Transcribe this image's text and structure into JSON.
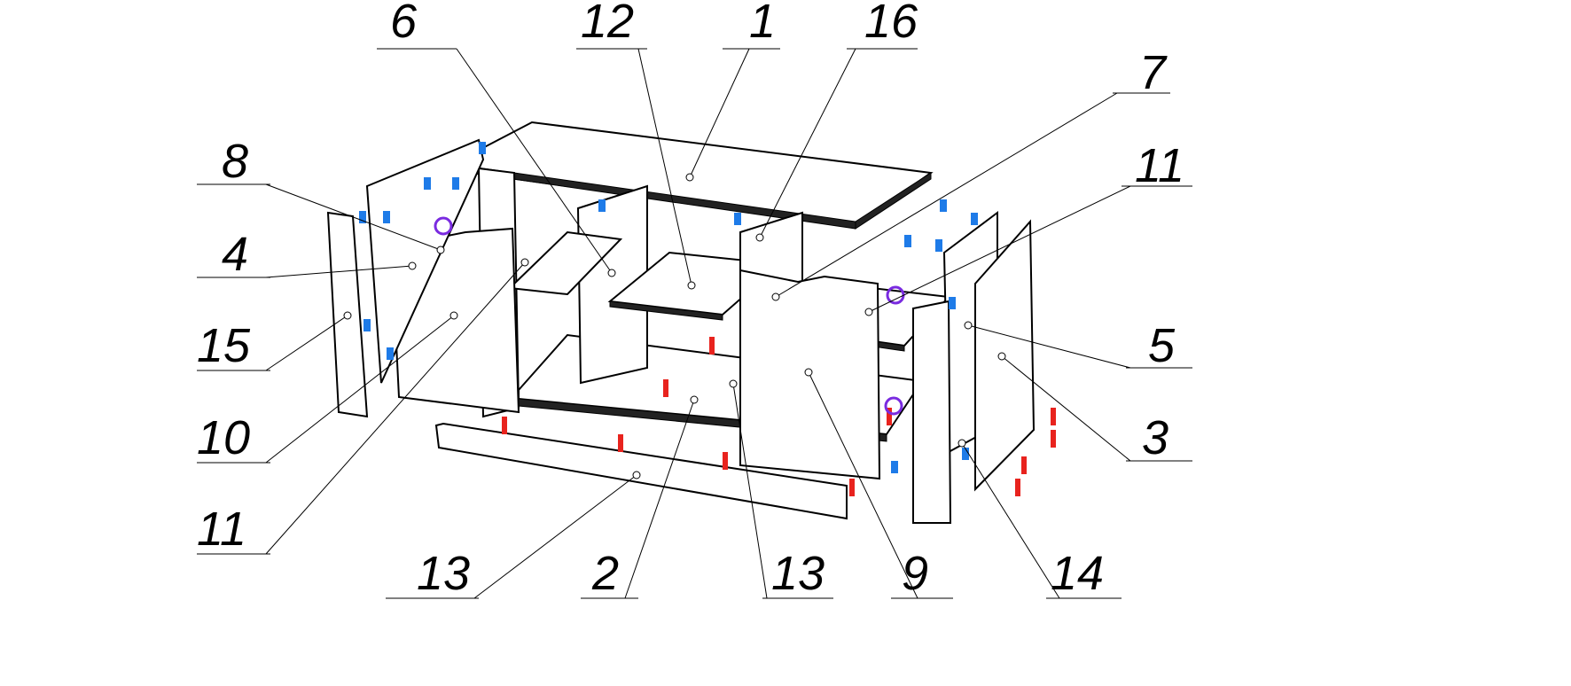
{
  "diagram": {
    "type": "exploded-assembly",
    "labels": [
      "6",
      "12",
      "1",
      "16",
      "7",
      "11",
      "8",
      "4",
      "15",
      "10",
      "11",
      "13",
      "2",
      "13",
      "9",
      "14",
      "5",
      "3"
    ],
    "colors": {
      "outline": "#000000",
      "fastener_red": "#e8231e",
      "fastener_blue": "#1e7be8",
      "fastener_purple": "#7a2be0"
    }
  }
}
